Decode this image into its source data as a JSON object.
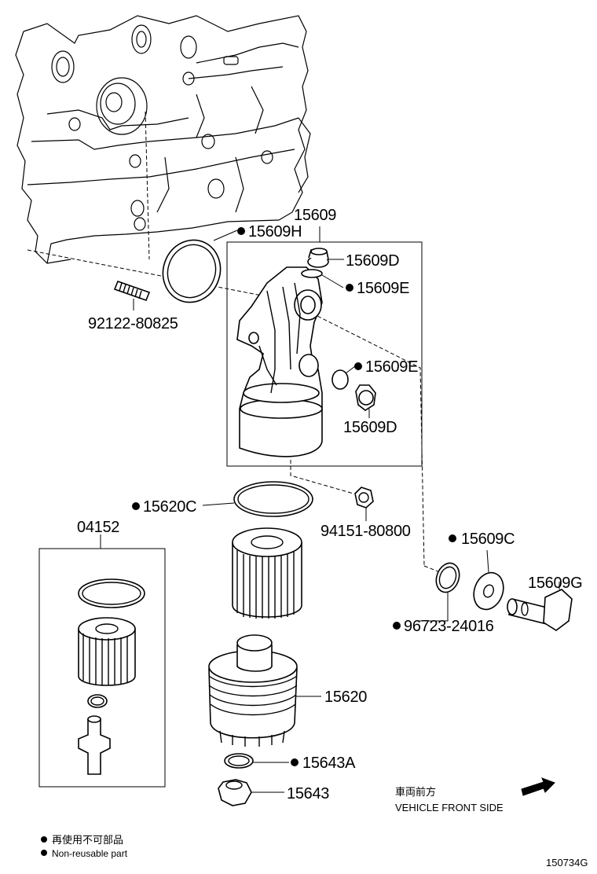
{
  "labels": {
    "p15609": "15609",
    "p15609H": "15609H",
    "p15609D_top": "15609D",
    "p15609E_top": "15609E",
    "p15609E_mid": "15609E",
    "p15609D_mid": "15609D",
    "p92122": "92122-80825",
    "p15620C": "15620C",
    "p94151": "94151-80800",
    "p04152": "04152",
    "p15609C": "15609C",
    "p15609G": "15609G",
    "p96723": "96723-24016",
    "p15620": "15620",
    "p15643A": "15643A",
    "p15643": "15643"
  },
  "front": {
    "jp": "車両前方",
    "en": "VEHICLE FRONT SIDE"
  },
  "legend": {
    "jp": "再使用不可部品",
    "en": "Non-reusable part"
  },
  "figure_id": "150734G"
}
